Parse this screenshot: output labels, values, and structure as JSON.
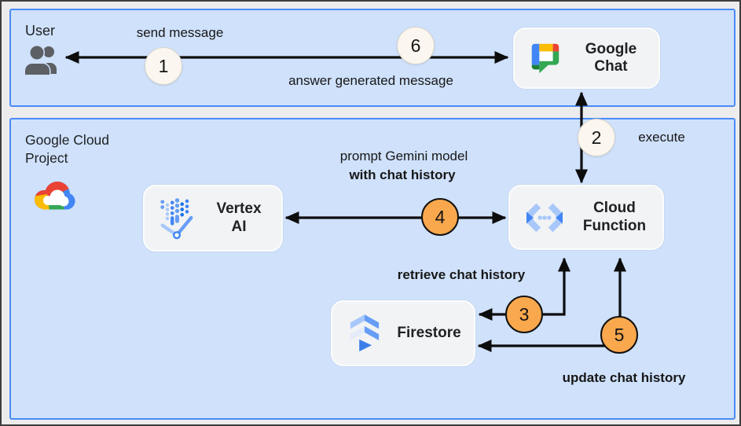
{
  "zones": {
    "user": {
      "label": "User"
    },
    "gcp": {
      "label": "Google Cloud Project"
    }
  },
  "nodes": {
    "google_chat": {
      "label": "Google Chat",
      "icon": "google-chat-icon"
    },
    "vertex_ai": {
      "label": "Vertex AI",
      "icon": "vertex-ai-icon"
    },
    "cloud_function": {
      "label": "Cloud Function",
      "icon": "cloud-function-icon"
    },
    "firestore": {
      "label": "Firestore",
      "icon": "firestore-icon"
    }
  },
  "flows": {
    "send_message": {
      "step": "1",
      "badge": "white",
      "label": "send message"
    },
    "answer": {
      "step": "6",
      "badge": "white",
      "label": "answer generated message"
    },
    "execute": {
      "step": "2",
      "badge": "white",
      "label": "execute"
    },
    "prompt": {
      "step": "4",
      "badge": "orange",
      "label_line1": "prompt Gemini model",
      "label_line2": "with chat history"
    },
    "retrieve": {
      "step": "3",
      "badge": "orange",
      "label": "retrieve chat history"
    },
    "update": {
      "step": "5",
      "badge": "orange",
      "label": "update chat history"
    }
  },
  "colors": {
    "zone_fill": "#cfe1fb",
    "zone_border": "#4b8cf6",
    "node_fill": "#f1f3f4",
    "badge_white_fill": "#fbf7f0",
    "badge_orange_fill": "#f9a84d",
    "arrow": "#0d0d0d",
    "google_blue": "#4285F4",
    "google_red": "#EA4335",
    "google_yellow": "#FBBC04",
    "google_green": "#34A853"
  }
}
